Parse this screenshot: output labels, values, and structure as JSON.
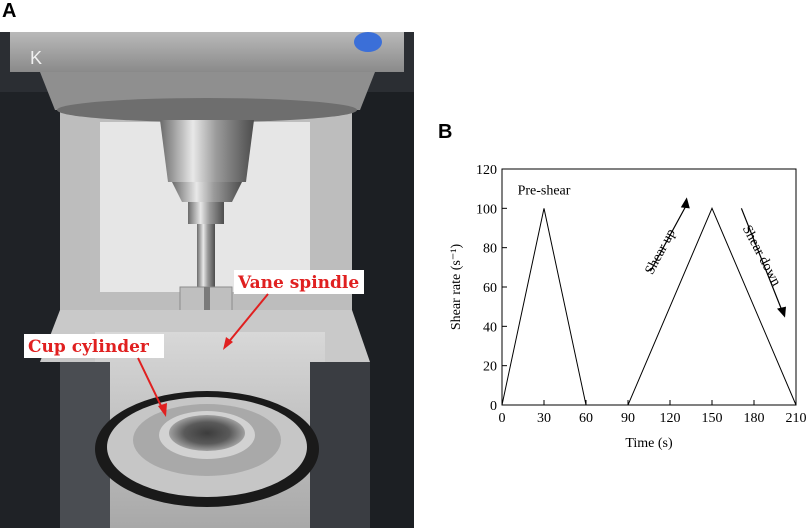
{
  "panel_a_label": "A",
  "panel_b_label": "B",
  "photo": {
    "callout_vane": "Vane spindle",
    "callout_cup": "Cup cylinder",
    "callout_color": "#e02020",
    "device_text": "K"
  },
  "chart_data": {
    "type": "line",
    "xlabel": "Time (s)",
    "ylabel": "Shear rate (s⁻¹)",
    "xlim": [
      0,
      210
    ],
    "ylim": [
      0,
      120
    ],
    "xticks": [
      0,
      30,
      60,
      90,
      120,
      150,
      180,
      210
    ],
    "yticks": [
      0,
      20,
      40,
      60,
      80,
      100,
      120
    ],
    "grid": false,
    "series": [
      {
        "x": [
          0,
          30,
          60,
          90,
          150,
          210
        ],
        "y": [
          0,
          100,
          0,
          0,
          100,
          0
        ]
      }
    ],
    "annotations": [
      {
        "text": "Pre-shear",
        "x": 30,
        "y": 107
      },
      {
        "text": "Shear up",
        "x": 117,
        "y": 77
      },
      {
        "text": "Shear down",
        "x": 180,
        "y": 75
      }
    ]
  }
}
